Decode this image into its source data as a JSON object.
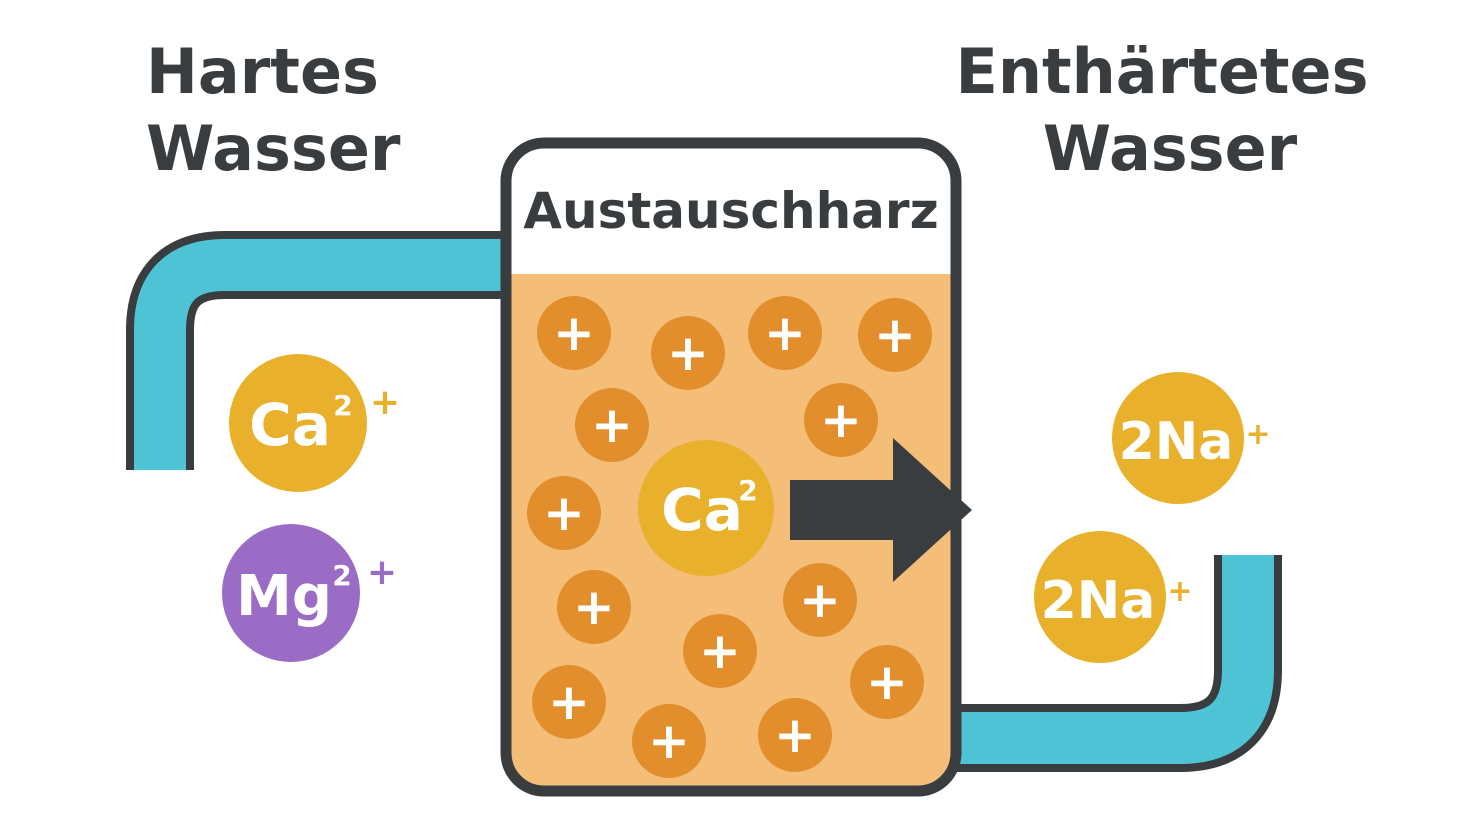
{
  "labels": {
    "hard_water_line1": "Hartes",
    "hard_water_line2": "Wasser",
    "soft_water_line1": "Enthärtetes",
    "soft_water_line2": "Wasser",
    "resin": "Austauschharz"
  },
  "ions": {
    "ca_in": {
      "symbol": "Ca",
      "power": "2",
      "sign": "+"
    },
    "mg_in": {
      "symbol": "Mg",
      "power": "2",
      "sign": "+"
    },
    "ca_resin": {
      "symbol": "Ca",
      "power": "2"
    },
    "na_out_1": {
      "symbol": "2Na",
      "sign": "+"
    },
    "na_out_2": {
      "symbol": "2Na",
      "sign": "+"
    }
  },
  "resin_bead_symbol": "+",
  "colors": {
    "pipe": "#4fc3d6",
    "pipe_outline": "#3a3d3f",
    "resin_fill": "#f4bd78",
    "resin_bead": "#e38e2c",
    "calcium": "#e8b02b",
    "magnesium": "#9b6cc5",
    "sodium": "#e8b02b",
    "arrow": "#3a3d3f",
    "text_dark": "#3a3d3f"
  },
  "icons": {
    "flow_arrow": "arrow-right-icon"
  }
}
